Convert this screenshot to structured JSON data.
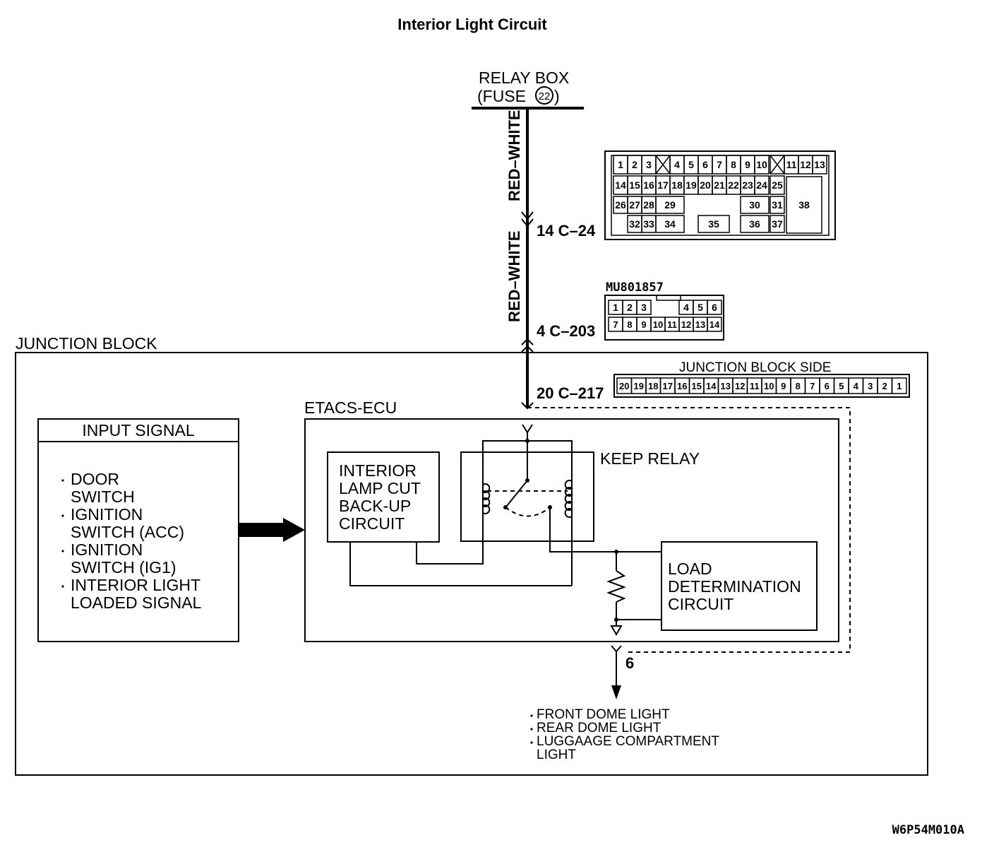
{
  "title": "Interior Light Circuit",
  "relay_box": {
    "line1": "RELAY BOX",
    "fuse_prefix": "(FUSE",
    "fuse_num": "22",
    "fuse_suffix": ")"
  },
  "wire_upper": "RED–WHITE",
  "wire_lower": "RED–WHITE",
  "conn_c24": "14  C–24",
  "conn_c203": "4  C–203",
  "conn_c217": "20  C–217",
  "part_number": "MU801857",
  "junction_block": "JUNCTION BLOCK",
  "junction_block_side": "JUNCTION BLOCK SIDE",
  "etacs": "ETACS-ECU",
  "keep_relay": "KEEP RELAY",
  "input_signal": {
    "title": "INPUT SIGNAL",
    "items": [
      {
        "line1": "DOOR",
        "line2": "SWITCH"
      },
      {
        "line1": "IGNITION",
        "line2": "SWITCH (ACC)"
      },
      {
        "line1": "IGNITION",
        "line2": "SWITCH (IG1)"
      },
      {
        "line1": "INTERIOR LIGHT",
        "line2": "LOADED SIGNAL"
      }
    ]
  },
  "interior_lamp": [
    "INTERIOR",
    "LAMP CUT",
    "BACK-UP",
    "CIRCUIT"
  ],
  "load_det": [
    "LOAD",
    "DETERMINATION",
    "CIRCUIT"
  ],
  "out_pin": "6",
  "outputs": [
    "FRONT DOME LIGHT",
    "REAR DOME LIGHT",
    "LUGGAAGE COMPARTMENT",
    "LIGHT"
  ],
  "figure_code": "W6P54M010A",
  "c24_pins": {
    "row1": [
      "1",
      "2",
      "3",
      "",
      "4",
      "5",
      "6",
      "7",
      "8",
      "9",
      "10",
      "",
      "11",
      "12",
      "13"
    ],
    "row2": [
      "14",
      "15",
      "16",
      "17",
      "18",
      "19",
      "20",
      "21",
      "22",
      "23",
      "24",
      "25"
    ],
    "row3": [
      "26",
      "27",
      "28",
      "29",
      "30",
      "31",
      "38"
    ],
    "row4": [
      "32",
      "33",
      "34",
      "35",
      "36",
      "37"
    ]
  },
  "c203_pins": {
    "row1": [
      "1",
      "2",
      "3",
      "4",
      "5",
      "6"
    ],
    "row2": [
      "7",
      "8",
      "9",
      "10",
      "11",
      "12",
      "13",
      "14"
    ]
  },
  "c217_pins": [
    "20",
    "19",
    "18",
    "17",
    "16",
    "15",
    "14",
    "13",
    "12",
    "11",
    "10",
    "9",
    "8",
    "7",
    "6",
    "5",
    "4",
    "3",
    "2",
    "1"
  ]
}
